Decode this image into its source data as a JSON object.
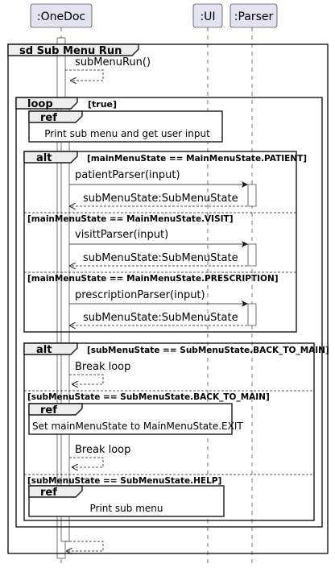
{
  "participants": [
    ":OneDoc",
    ":UI",
    ":Parser"
  ],
  "frame_title": "sd Sub Menu Run",
  "self_call": "subMenuRun()",
  "loop": {
    "keyword": "loop",
    "guard": "[true]"
  },
  "ref1": {
    "keyword": "ref",
    "text": "Print sub menu and get user input"
  },
  "alt1": {
    "keyword": "alt",
    "guard1": "[mainMenuState == MainMenuState.PATIENT]",
    "call1": "patientParser(input)",
    "ret1": "subMenuState:SubMenuState",
    "guard2": "[mainMenuState == MainMenuState.VISIT]",
    "call2": "visittParser(input)",
    "ret2": "subMenuState:SubMenuState",
    "guard3": "[mainMenuState == MainMenuState.PRESCRIPTION]",
    "call3": "prescriptionParser(input)",
    "ret3": "subMenuState:SubMenuState"
  },
  "alt2": {
    "keyword": "alt",
    "guard1": "[subMenuState == SubMenuState.BACK_TO_MAIN]",
    "break1": "Break loop",
    "guard2": "[subMenuState == SubMenuState.BACK_TO_MAIN]",
    "ref_keyword": "ref",
    "ref_text": "Set mainMenuState to MainMenuState.EXIT",
    "break2": "Break loop",
    "guard3": "[subMenuState == SubMenuState.HELP]",
    "ref3_keyword": "ref",
    "ref3_text": "Print sub menu"
  },
  "colors": {
    "participant_fill": "#e2e2f0",
    "frame_title_fill": "#eeeeee",
    "line": "#181818"
  }
}
